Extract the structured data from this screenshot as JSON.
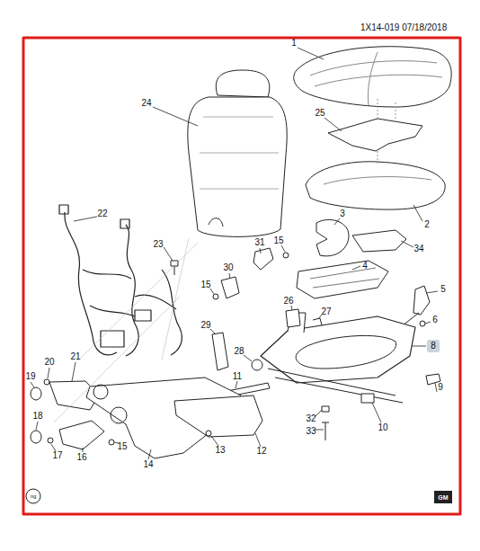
{
  "diagram": {
    "nodes": [
      {
        "text": [
          "8"
        ]
      },
      {
        "text": [
          "GM"
        ]
      },
      {
        "text": [
          "ng"
        ]
      }
    ],
    "labels": [
      "1X14-019 07/18/2018",
      "1",
      "24",
      "25",
      "2",
      "3",
      "22",
      "23",
      "31",
      "15",
      "34",
      "30",
      "4",
      "5",
      "15",
      "26",
      "27",
      "6",
      "29",
      "28",
      "21",
      "20",
      "19",
      "11",
      "9",
      "18",
      "32",
      "33",
      "10",
      "17",
      "15",
      "16",
      "14",
      "13",
      "12"
    ]
  }
}
